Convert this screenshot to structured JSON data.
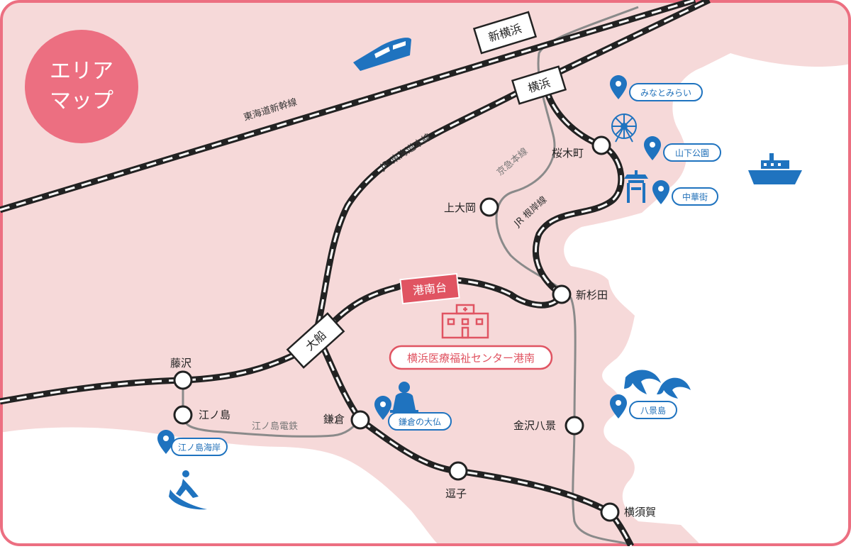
{
  "title": {
    "line1": "エリア",
    "line2": "マップ"
  },
  "colors": {
    "land": "#f6d9d9",
    "sea": "#ffffff",
    "frame": "#ec6f81",
    "accent": "#e05462",
    "spot": "#1f73bf",
    "gray_line": "#8a8a8a"
  },
  "lines": {
    "shinkansen": "東海道新幹線",
    "tokaido": "JR 東海道本線",
    "keikyu": "京急本線",
    "negishi": "JR 根岸線",
    "enoden": "江ノ島電鉄"
  },
  "stations": {
    "shin_yokohama": "新横浜",
    "yokohama": "横浜",
    "ofuna": "大船",
    "konandai": "港南台",
    "sakuragicho": "桜木町",
    "kamiooka": "上大岡",
    "shinsugita": "新杉田",
    "fujisawa": "藤沢",
    "enoshima": "江ノ島",
    "kamakura": "鎌倉",
    "zushi": "逗子",
    "kanazawa_hakkei": "金沢八景",
    "yokosuka": "横須賀"
  },
  "facility": "横浜医療福祉センター港南",
  "spots": {
    "minatomirai": "みなとみらい",
    "yamashita": "山下公園",
    "chinatown": "中華街",
    "hakkeijima": "八景島",
    "daibutsu": "鎌倉の大仏",
    "enoshima_beach": "江ノ島海岸"
  },
  "icons": [
    "bullet-train-icon",
    "ship-icon",
    "ferris-wheel-icon",
    "chinatown-gate-icon",
    "dolphin-icon",
    "buddha-icon",
    "surfer-icon",
    "hospital-building-icon",
    "map-pin-icon"
  ]
}
